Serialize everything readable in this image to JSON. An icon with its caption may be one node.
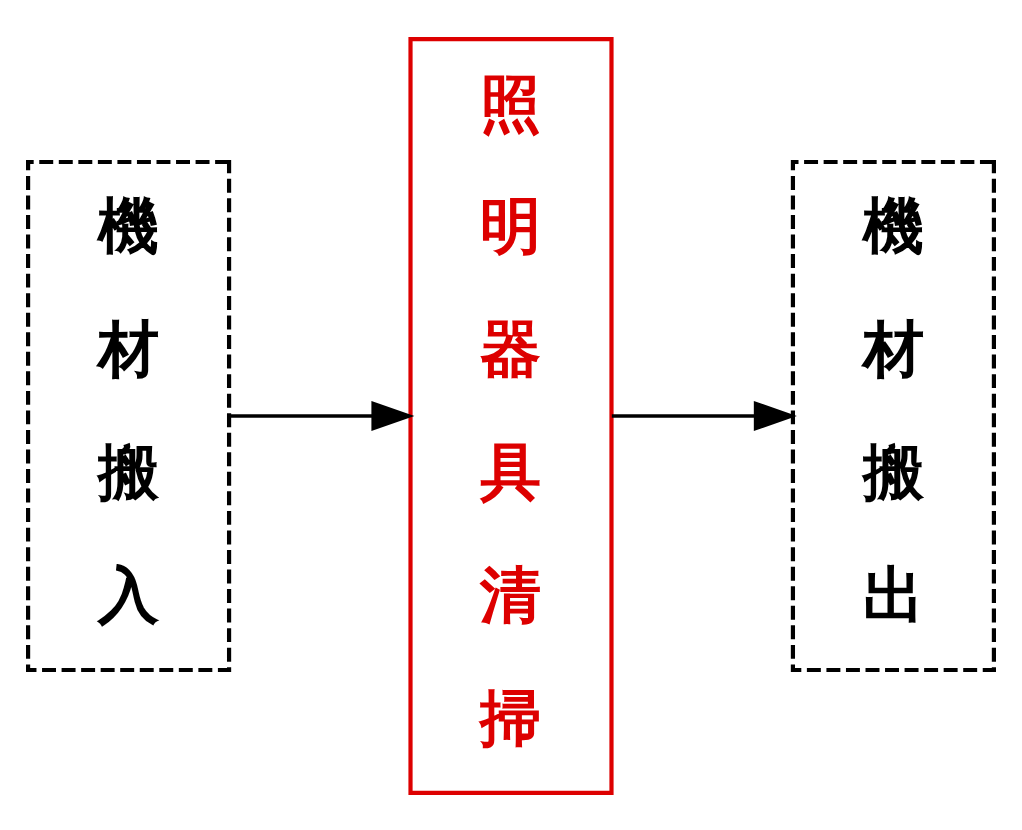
{
  "diagram": {
    "nodes": [
      {
        "text": [
          "機材搬入"
        ]
      },
      {
        "text": [
          "照明器具清掃"
        ]
      },
      {
        "text": [
          "機材搬出"
        ]
      }
    ],
    "edges": [
      {
        "from": 0,
        "to": 1,
        "arrow": "to"
      },
      {
        "from": 1,
        "to": 2,
        "arrow": "to"
      }
    ]
  }
}
